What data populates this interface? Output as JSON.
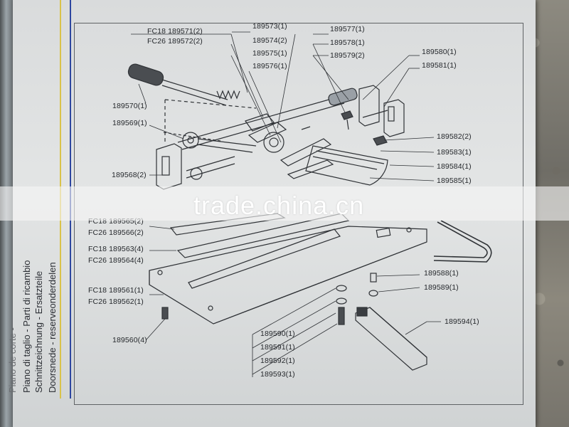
{
  "sidebar": {
    "lines": [
      "Piano de corte -",
      "Piano di taglio - Parti di ricambio",
      "Schnittzeichnung - Ersatzteile",
      "Doorsnede - reserveonderdelen"
    ]
  },
  "watermark": "trade.china.cn",
  "labels": {
    "l_fc18_189571": "FC18 189571(2)",
    "l_fc26_189572": "FC26 189572(2)",
    "l_189573": "189573(1)",
    "l_189574": "189574(2)",
    "l_189575": "189575(1)",
    "l_189576": "189576(1)",
    "l_189577": "189577(1)",
    "l_189578": "189578(1)",
    "l_189579": "189579(2)",
    "l_189580": "189580(1)",
    "l_189581": "189581(1)",
    "l_189570": "189570(1)",
    "l_189569": "189569(1)",
    "l_189582": "189582(2)",
    "l_189583": "189583(1)",
    "l_189584": "189584(1)",
    "l_189585": "189585(1)",
    "l_189568": "189568(2)",
    "l_fc18_189565": "FC18 189565(2)",
    "l_fc26_189566": "FC26 189566(2)",
    "l_fc18_189563": "FC18 189563(4)",
    "l_fc26_189564": "FC26 189564(4)",
    "l_189588": "189588(1)",
    "l_189589": "189589(1)",
    "l_fc18_189561": "FC18 189561(1)",
    "l_fc26_189562": "FC26 189562(1)",
    "l_189594": "189594(1)",
    "l_189590": "189590(1)",
    "l_189591": "189591(1)",
    "l_189560": "189560(4)",
    "l_189592": "189592(1)",
    "l_189593": "189593(1)"
  }
}
